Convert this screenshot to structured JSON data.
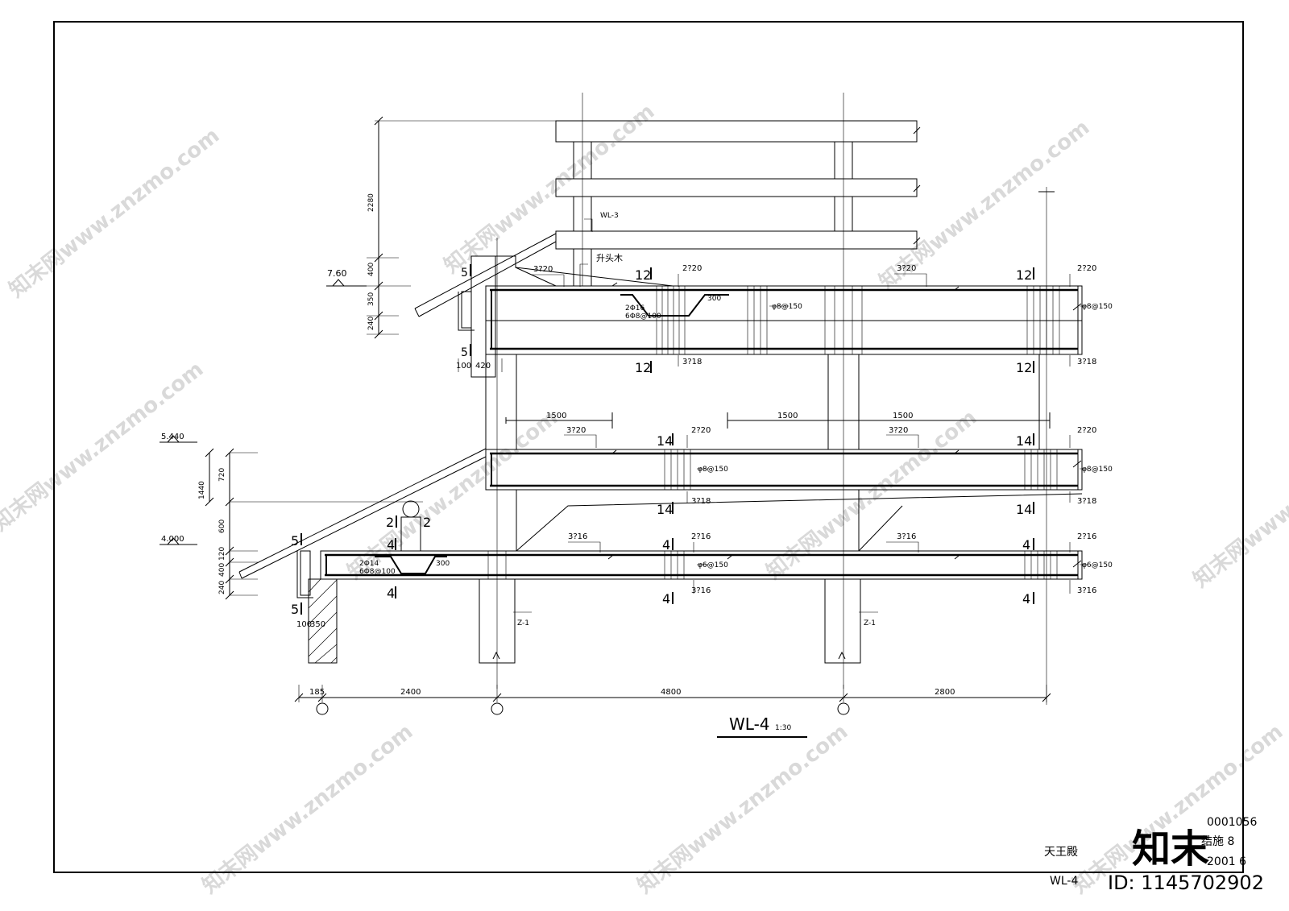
{
  "drawing": {
    "title": "WL-4",
    "scale": "1:30",
    "project": "天王殿",
    "sheet_name": "WL-4",
    "code": "0001056",
    "sheet_no": "结施 8",
    "date": "2001  6"
  },
  "levels": {
    "top": "7.60",
    "mid": "5.440",
    "low": "4.000"
  },
  "dims": {
    "d2280": "2280",
    "d400a": "400",
    "d350": "350",
    "d240a": "240",
    "d100a": "100",
    "d420": "420",
    "d720": "720",
    "d1440": "1440",
    "d600": "600",
    "d120": "120",
    "d400b": "400",
    "d240b": "240",
    "d100b": "100",
    "d350b": "350",
    "d1500a": "1500",
    "d1500b": "1500",
    "d1500c": "1500",
    "d185": "185",
    "d2400": "2400",
    "d4800": "4800",
    "d2800": "2800"
  },
  "rebar": {
    "r3_20": "3?20",
    "r2_20": "2?20",
    "r3_18": "3?18",
    "r3_16": "3?16",
    "r2_16": "2?16",
    "s8_150": "φ8@150",
    "s6_150": "φ6@150",
    "bent_top_a": "2Φ16",
    "bent_top_b": "6Φ8@100",
    "bent_low_a": "2Φ14",
    "bent_low_b": "6Φ8@100",
    "len300": "300"
  },
  "sections": {
    "s12": "12",
    "s14": "14",
    "s4": "4",
    "s5": "5",
    "s2": "2"
  },
  "labels": {
    "wl3": "WL-3",
    "shengtou": "升头木",
    "z1": "Z-1"
  },
  "watermark": {
    "site": "知末网www.znzmo.com",
    "brand": "知末",
    "id": "ID: 1145702902"
  }
}
